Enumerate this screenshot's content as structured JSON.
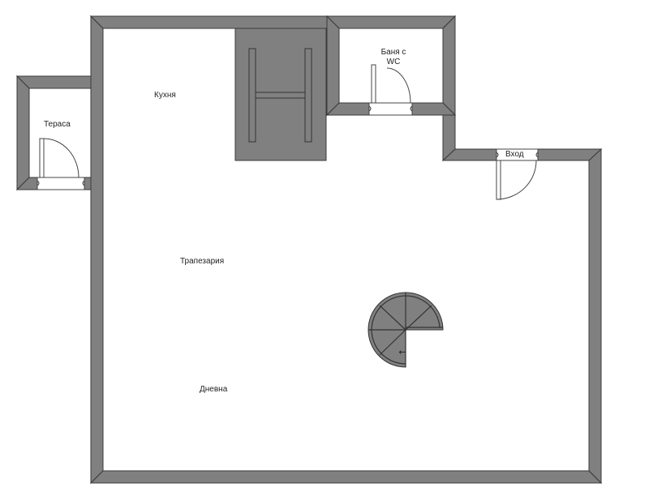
{
  "plan": {
    "type": "floor-plan",
    "colors": {
      "background": "#ffffff",
      "wall_fill": "#808080",
      "wall_stroke": "#3a3a3a",
      "text": "#222222"
    },
    "rooms": [
      {
        "id": "terrace",
        "label": "Тераса"
      },
      {
        "id": "kitchen",
        "label": "Кухня"
      },
      {
        "id": "bathroom",
        "label_line1": "Баня с",
        "label_line2": "WC"
      },
      {
        "id": "entrance",
        "label": "Вход"
      },
      {
        "id": "dining",
        "label": "Трапезария"
      },
      {
        "id": "living",
        "label": "Дневна"
      }
    ],
    "fixtures": [
      {
        "id": "straight-staircase",
        "icon": "h-shaped-stair-block"
      },
      {
        "id": "spiral-staircase",
        "icon": "spiral-stair",
        "direction_arrow": "←"
      }
    ],
    "doors": [
      {
        "id": "terrace-door"
      },
      {
        "id": "bathroom-door"
      },
      {
        "id": "entrance-door"
      }
    ]
  }
}
